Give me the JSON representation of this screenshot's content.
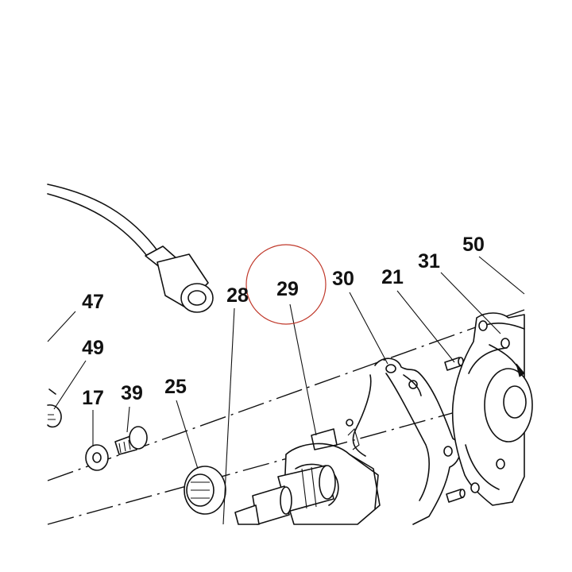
{
  "diagram": {
    "callouts": {
      "c50": "50",
      "c31": "31",
      "c21": "21",
      "c30": "30",
      "c29": "29",
      "c28": "28",
      "c47": "47",
      "c49": "49",
      "c17": "17",
      "c39": "39",
      "c25": "25"
    },
    "highlight": {
      "label": "29",
      "color": "#c0392b"
    },
    "colors": {
      "line": "#111111",
      "background": "#ffffff"
    }
  }
}
